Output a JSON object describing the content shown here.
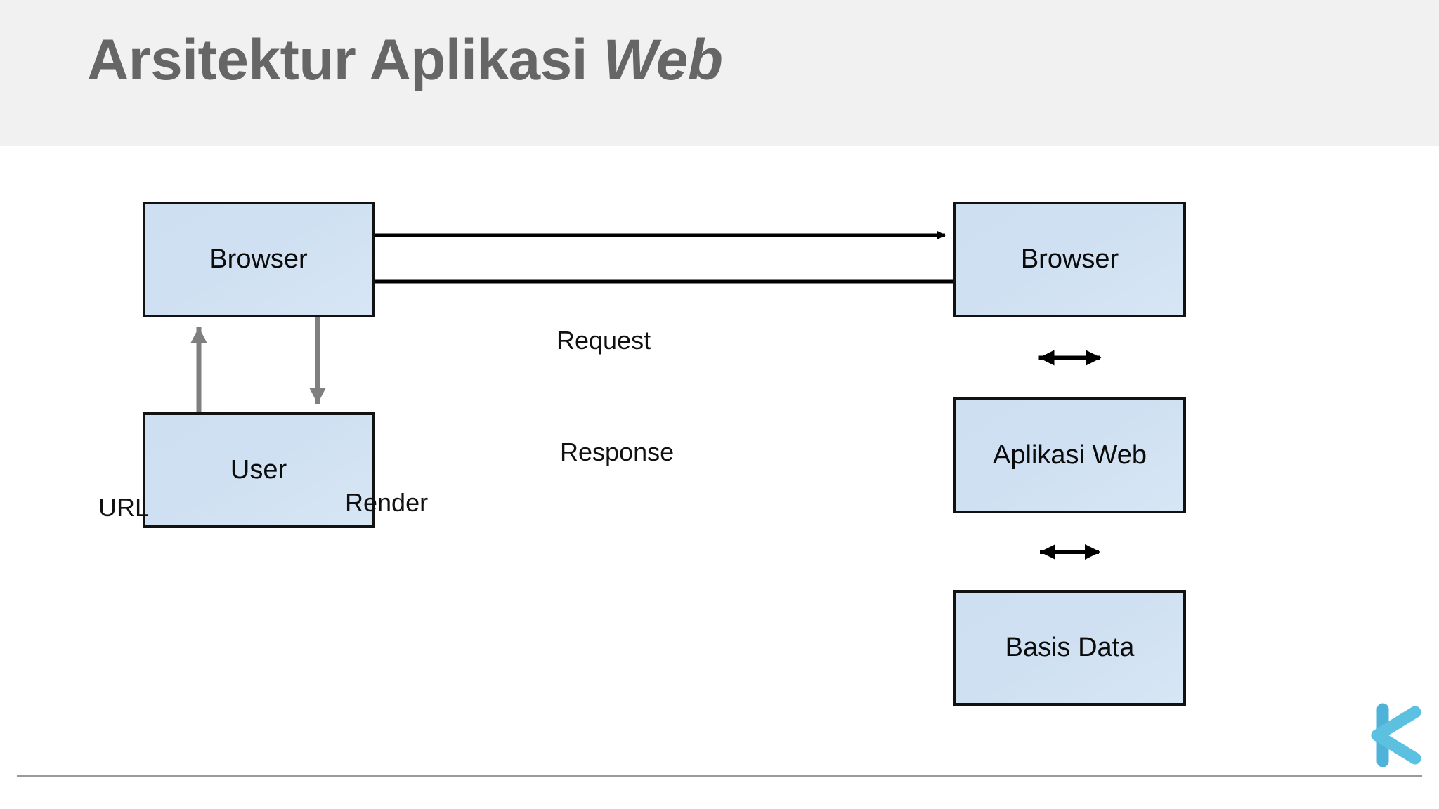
{
  "slide": {
    "title_main": "Arsitektur Aplikasi ",
    "title_emphasis": "Web"
  },
  "diagram": {
    "type": "block-flow",
    "nodes": [
      {
        "id": "browser-client",
        "label": "Browser"
      },
      {
        "id": "user",
        "label": "User"
      },
      {
        "id": "browser-server",
        "label": "Browser"
      },
      {
        "id": "aplikasi-web",
        "label": "Aplikasi Web"
      },
      {
        "id": "basis-data",
        "label": "Basis Data"
      }
    ],
    "edges": [
      {
        "id": "request",
        "label": "Request",
        "from": "browser-client",
        "to": "browser-server",
        "direction": "right",
        "color": "#000000"
      },
      {
        "id": "response",
        "label": "Response",
        "from": "browser-server",
        "to": "browser-client",
        "direction": "left",
        "color": "#000000"
      },
      {
        "id": "url",
        "label": "URL",
        "from": "user",
        "to": "browser-client",
        "direction": "up",
        "color": "#7f7f7f"
      },
      {
        "id": "render",
        "label": "Render",
        "from": "browser-client",
        "to": "user",
        "direction": "down",
        "color": "#7f7f7f"
      },
      {
        "id": "browser-app",
        "label": "",
        "from": "browser-server",
        "to": "aplikasi-web",
        "direction": "both",
        "color": "#000000"
      },
      {
        "id": "app-database",
        "label": "",
        "from": "aplikasi-web",
        "to": "basis-data",
        "direction": "both",
        "color": "#000000"
      }
    ]
  },
  "colors": {
    "header_band": "#f1f1f1",
    "title_text": "#666666",
    "node_fill": "#cddff1",
    "node_border": "#121212",
    "gray_arrow": "#7f7f7f",
    "black_arrow": "#000000",
    "footer_rule": "#9a9a9d",
    "logo_accent": "#53b9dd"
  },
  "footer": {
    "logo_name": "brand-chevron-logo"
  }
}
